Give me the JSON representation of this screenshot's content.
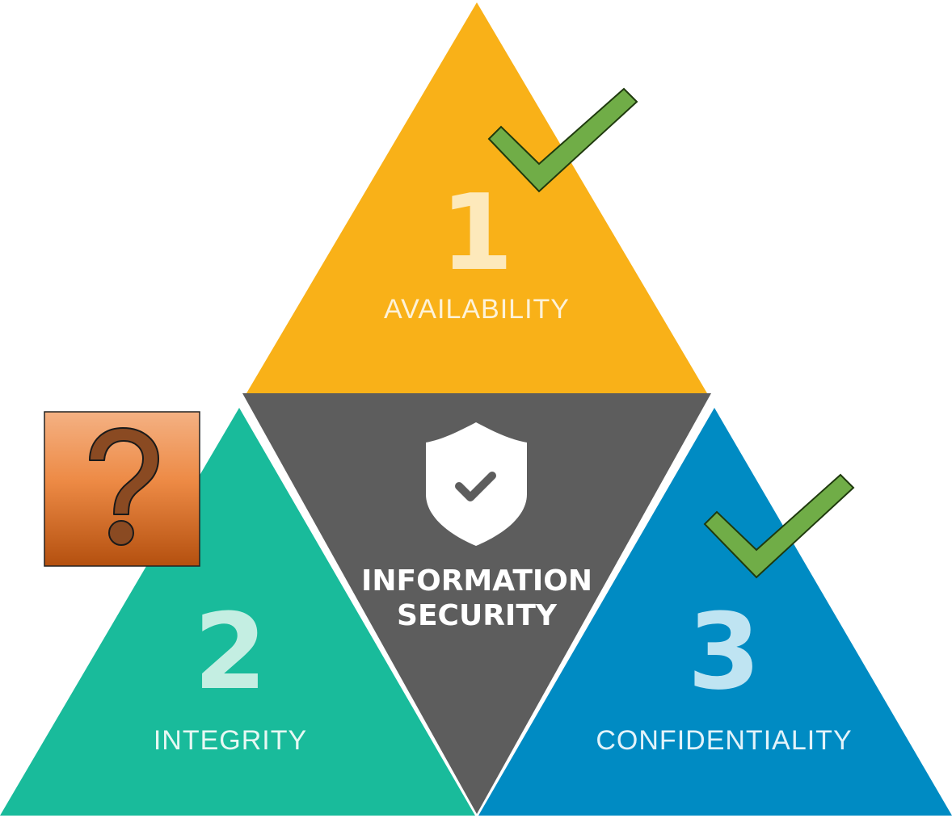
{
  "center": {
    "title_line1": "INFORMATION",
    "title_line2": "SECURITY",
    "icon": "shield-check-icon",
    "color": "#5d5d5d"
  },
  "segments": [
    {
      "number": "1",
      "label": "AVAILABILITY",
      "color": "#f9b118",
      "status": "check-icon"
    },
    {
      "number": "2",
      "label": "INTEGRITY",
      "color": "#19bb9b",
      "status": "question-mark-icon"
    },
    {
      "number": "3",
      "label": "CONFIDENTIALITY",
      "color": "#008bc3",
      "status": "check-icon"
    }
  ],
  "markers": {
    "check_color": "#70ad47",
    "question_color": "#c55a11"
  }
}
